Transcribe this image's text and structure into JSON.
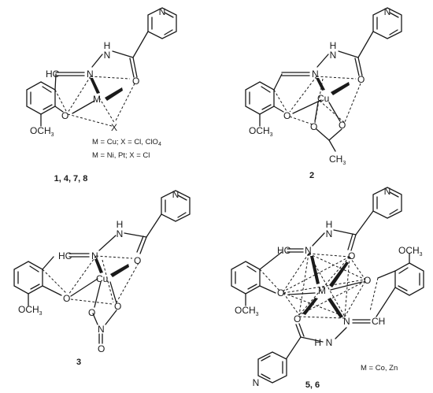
{
  "structures": {
    "s1": {
      "atoms": {
        "n_ring": "N",
        "n_h": "H",
        "nh_n": "N",
        "imine_c": "HC",
        "imine_eq": "=",
        "imine_n": "N",
        "o_carbonyl": "O",
        "metal": "M",
        "o_phenol": "O",
        "x": "X",
        "ome_o": "OCH",
        "ome_sub": "3"
      },
      "legend_line1_main": "M = Cu; X = Cl, ClO",
      "legend_line1_sub": "4",
      "legend_line2": "M = Ni, Pt; X = Cl",
      "label": "1, 4, 7, 8"
    },
    "s2": {
      "atoms": {
        "n_ring": "N",
        "n_h": "H",
        "nh_n": "N",
        "imine_n": "N",
        "o_carbonyl": "O",
        "metal": "Cu",
        "o_phenol": "O",
        "o_ac1": "O",
        "o_ac2": "O",
        "ch3": "CH",
        "ch3_sub": "3",
        "ome_o": "OCH",
        "ome_sub": "3"
      },
      "label": "2"
    },
    "s3": {
      "atoms": {
        "n_ring": "N",
        "n_h": "H",
        "nh_n": "N",
        "imine_c": "HC",
        "imine_eq": "=",
        "imine_n": "N",
        "o_carbonyl": "O",
        "metal": "Cu",
        "o_phenol": "O",
        "o_no1": "O",
        "o_no2": "O",
        "n_nitrate": "N",
        "o_no3": "O",
        "ome_o": "OCH",
        "ome_sub": "3"
      },
      "label": "3"
    },
    "s4": {
      "atoms": {
        "n_ring_top": "N",
        "n_h_top": "H",
        "nh_n_top": "N",
        "imine_c_top": "HC",
        "imine_eq_top": "=",
        "imine_n_top": "N",
        "o_carbonyl_top": "O",
        "o_phenol_right": "O",
        "ome_top": "OCH",
        "ome_top_sub": "3",
        "metal": "M",
        "o_phenol_left": "O",
        "o_carbonyl_bot": "O",
        "imine_n_bot": "N",
        "imine_eq_bot": "=",
        "imine_c_bot": "CH",
        "nh_n_bot": "N",
        "n_h_bot": "H",
        "n_ring_bot": "N",
        "ome_bot": "OCH",
        "ome_bot_sub": "3"
      },
      "legend": "M = Co, Zn",
      "label": "5, 6"
    }
  }
}
